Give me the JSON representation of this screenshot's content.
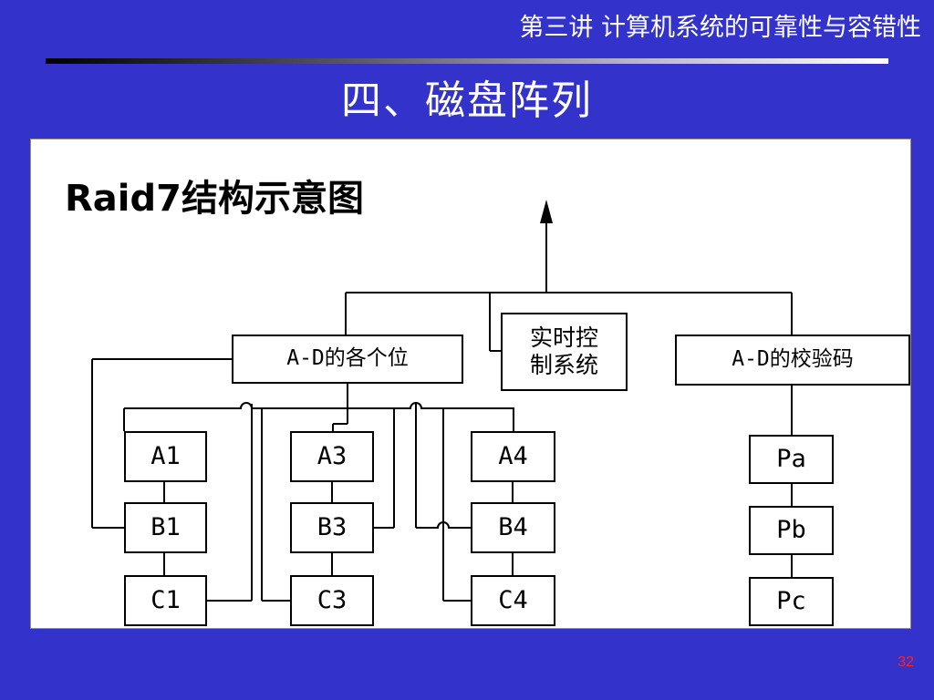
{
  "header": {
    "lecture_title": "第三讲  计算机系统的可靠性与容错性"
  },
  "slide": {
    "title": "四、磁盘阵列",
    "page_number": "32"
  },
  "diagram": {
    "title": "Raid7结构示意图",
    "controller": {
      "line1": "实时控",
      "line2": "制系统"
    },
    "data_bus": "A-D的各个位",
    "parity_bus": "A-D的校验码",
    "disks": {
      "a1": "A1",
      "b1": "B1",
      "c1": "C1",
      "a3": "A3",
      "b3": "B3",
      "c3": "C3",
      "a4": "A4",
      "b4": "B4",
      "c4": "C4",
      "pa": "Pa",
      "pb": "Pb",
      "pc": "Pc"
    }
  }
}
